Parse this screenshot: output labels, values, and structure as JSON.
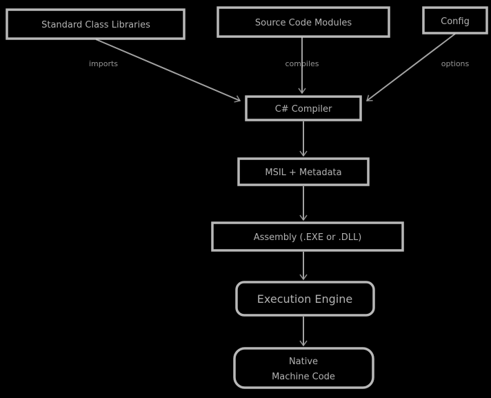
{
  "diagram": {
    "background_color": "#000000",
    "stroke_color": "#d2d2d2",
    "text_color": "#c6c6c6",
    "sources": {
      "left": {
        "label": "Standard Class Libraries",
        "edge_label": "imports"
      },
      "middle": {
        "label": "Source Code Modules",
        "edge_label": "compiles"
      },
      "right": {
        "label": "Config",
        "edge_label": "options"
      }
    },
    "pipeline": {
      "compiler": {
        "label": "C# Compiler"
      },
      "intermediate": {
        "label": "MSIL + Metadata"
      },
      "assembly": {
        "label": "Assembly (.EXE or .DLL)"
      },
      "engine": {
        "label": "Execution Engine"
      },
      "native": {
        "label_line1": "Native",
        "label_line2": "Machine Code"
      }
    }
  }
}
